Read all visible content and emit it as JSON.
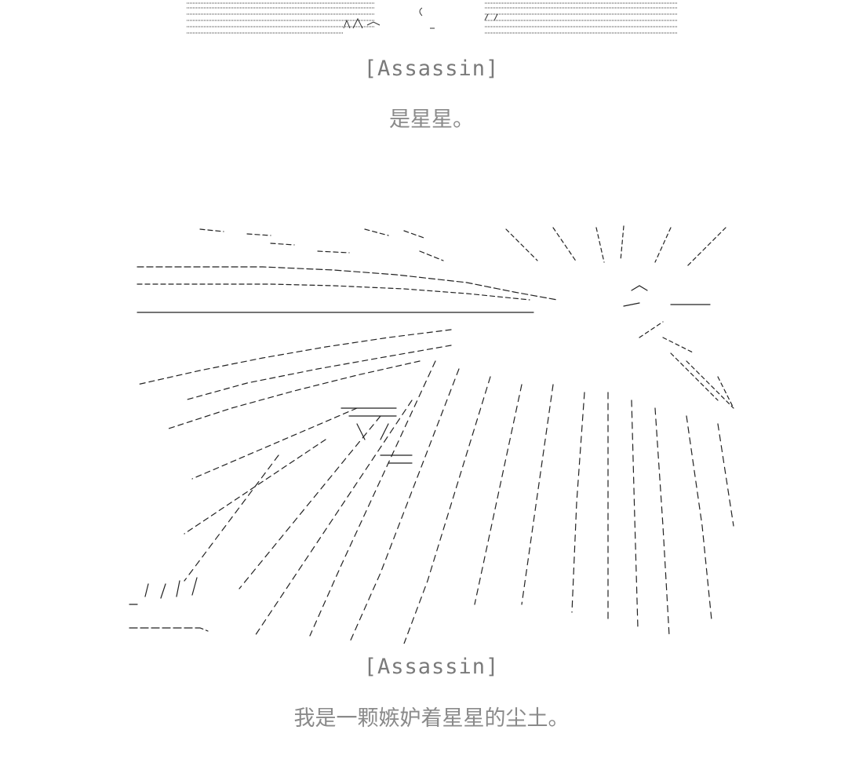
{
  "panels": [
    {
      "speaker": "[Assassin]",
      "line": "是星星。"
    },
    {
      "speaker": "[Assassin]",
      "line": "我是一颗嫉妒着星星的尘土。"
    }
  ],
  "art": {
    "top_strip": "ascii-art-fragment",
    "starburst": "ascii-art-starburst",
    "stroke_color": "#222222"
  }
}
